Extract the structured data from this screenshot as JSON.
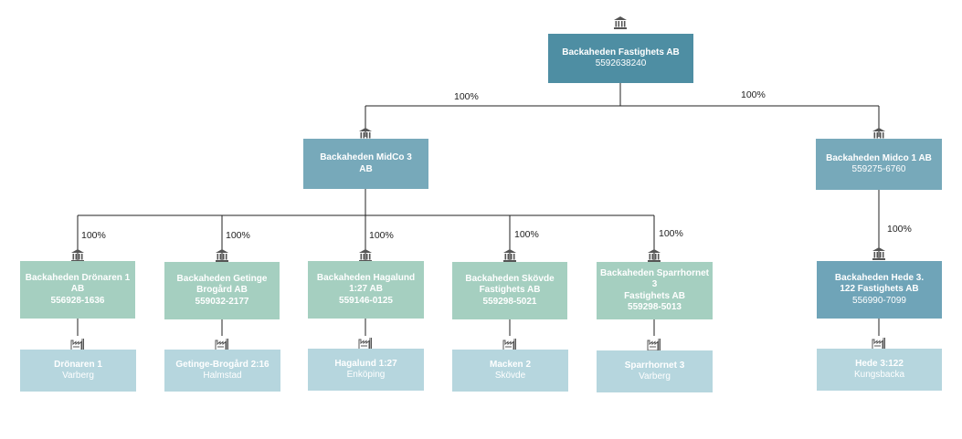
{
  "colors": {
    "top": "#4e8ea3",
    "midco": "#77a9ba",
    "company": "#a5cfc0",
    "company_alt": "#6fa4b8",
    "property": "#b6d6de",
    "line": "#222222",
    "icon": "#555555"
  },
  "nodes": {
    "top": {
      "name": "Backaheden Fastighets AB",
      "org": "5592638240"
    },
    "midco3": {
      "name": "Backaheden MidCo 3",
      "org": "AB"
    },
    "midco1": {
      "name": "Backaheden Midco 1 AB",
      "org": "559275-6760"
    },
    "dronaren": {
      "name": "Backaheden Drönaren 1",
      "name2": "AB",
      "org": "556928-1636"
    },
    "getinge": {
      "name": "Backaheden Getinge",
      "name2": "Brogård AB",
      "org": "559032-2177"
    },
    "hagalund": {
      "name": "Backaheden Hagalund",
      "name2": "1:27 AB",
      "org": "559146-0125"
    },
    "skovde": {
      "name": "Backaheden Skövde",
      "name2": "Fastighets AB",
      "org": "559298-5021"
    },
    "sparrhornet": {
      "name": "Backaheden Sparrhornet 3",
      "name2": "Fastighets AB",
      "org": "559298-5013"
    },
    "hede": {
      "name": "Backaheden Hede 3.",
      "name2": "122 Fastighets AB",
      "org": "556990-7099"
    }
  },
  "properties": {
    "dronaren": {
      "name": "Drönaren 1",
      "city": "Varberg"
    },
    "getinge": {
      "name": "Getinge-Brogård 2:16",
      "city": "Halmstad"
    },
    "hagalund": {
      "name": "Hagalund 1:27",
      "city": "Enköping"
    },
    "skovde": {
      "name": "Macken 2",
      "city": "Skövde"
    },
    "sparrhornet": {
      "name": "Sparrhornet 3",
      "city": "Varberg"
    },
    "hede": {
      "name": "Hede 3:122",
      "city": "Kungsbacka"
    }
  },
  "ownership": {
    "top_to_midco3": "100%",
    "top_to_midco1": "100%",
    "midco3_to_dronaren": "100%",
    "midco3_to_getinge": "100%",
    "midco3_to_hagalund": "100%",
    "midco3_to_skovde": "100%",
    "midco3_to_sparrhornet": "100%",
    "midco1_to_hede": "100%"
  },
  "icons": {
    "company": "bank-building-icon",
    "property": "factory-building-icon"
  }
}
